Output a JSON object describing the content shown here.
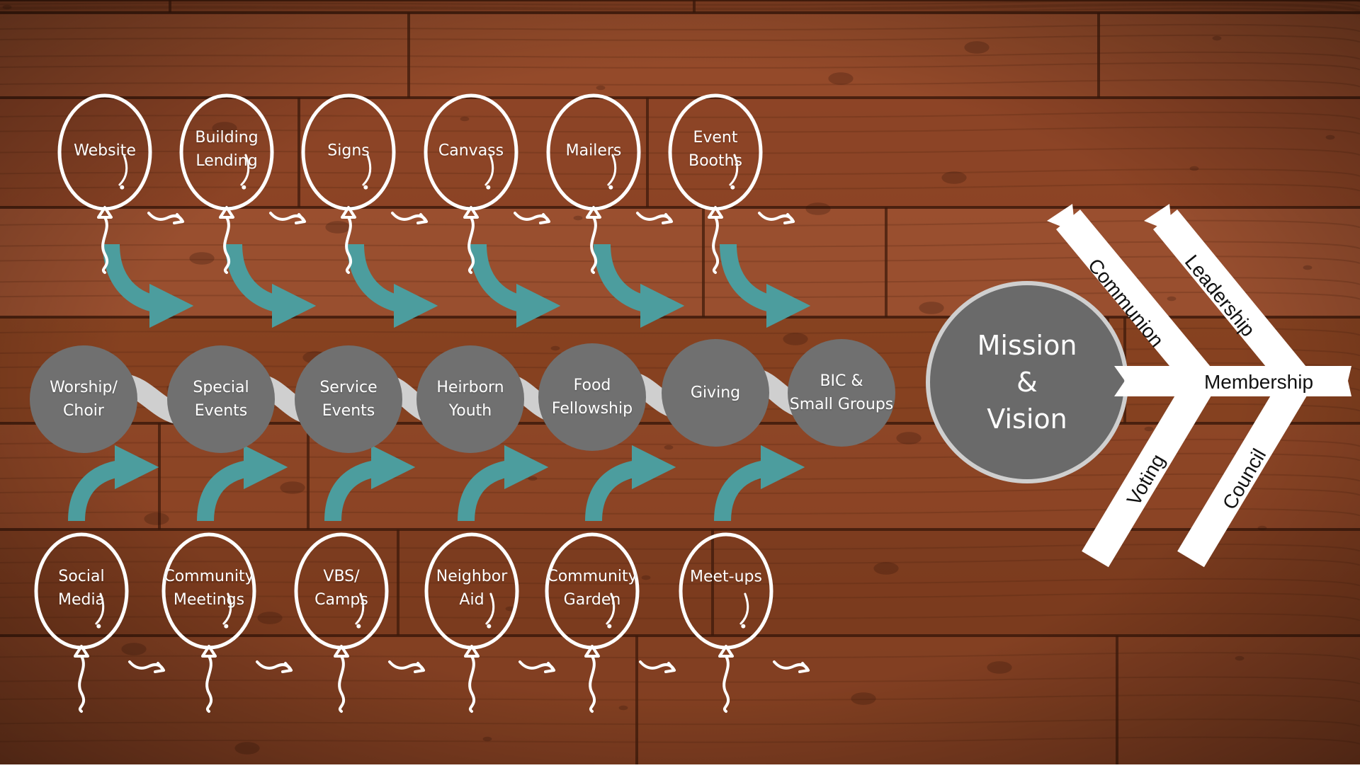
{
  "colors": {
    "teal": "#4c9d9e",
    "node_fill": "#707070",
    "connector": "#cfcfcf",
    "wood_base": "#8a4424",
    "outline": "#ffffff"
  },
  "outreach_top": [
    {
      "id": "website",
      "lines": [
        "Website"
      ]
    },
    {
      "id": "building-lending",
      "lines": [
        "Building",
        "Lending"
      ]
    },
    {
      "id": "signs",
      "lines": [
        "Signs"
      ]
    },
    {
      "id": "canvass",
      "lines": [
        "Canvass"
      ]
    },
    {
      "id": "mailers",
      "lines": [
        "Mailers"
      ]
    },
    {
      "id": "event-booths",
      "lines": [
        "Event",
        "Booths"
      ]
    }
  ],
  "outreach_bottom": [
    {
      "id": "social-media",
      "lines": [
        "Social",
        "Media"
      ]
    },
    {
      "id": "community-meetings",
      "lines": [
        "Community",
        "Meetings"
      ]
    },
    {
      "id": "vbs-camps",
      "lines": [
        "VBS/",
        "Camps"
      ]
    },
    {
      "id": "neighbor-aid",
      "lines": [
        "Neighbor",
        "Aid"
      ]
    },
    {
      "id": "community-garden",
      "lines": [
        "Community",
        "Garden"
      ]
    },
    {
      "id": "meet-ups",
      "lines": [
        "Meet-ups"
      ]
    }
  ],
  "ministries": [
    {
      "id": "worship-choir",
      "lines": [
        "Worship/",
        "Choir"
      ]
    },
    {
      "id": "special-events",
      "lines": [
        "Special",
        "Events"
      ]
    },
    {
      "id": "service-events",
      "lines": [
        "Service",
        "Events"
      ]
    },
    {
      "id": "heirborn-youth",
      "lines": [
        "Heirborn",
        "Youth"
      ]
    },
    {
      "id": "food-fellowship",
      "lines": [
        "Food",
        "Fellowship"
      ]
    },
    {
      "id": "giving",
      "lines": [
        "Giving"
      ]
    },
    {
      "id": "bic-small-groups",
      "lines": [
        "BIC &",
        "Small Groups"
      ]
    }
  ],
  "core": {
    "lines": [
      "Mission",
      "&",
      "Vision"
    ]
  },
  "arrow": {
    "center_label": "Membership",
    "upper_arms": [
      "Communion",
      "Leadership"
    ],
    "lower_arms": [
      "Voting",
      "Council"
    ]
  }
}
